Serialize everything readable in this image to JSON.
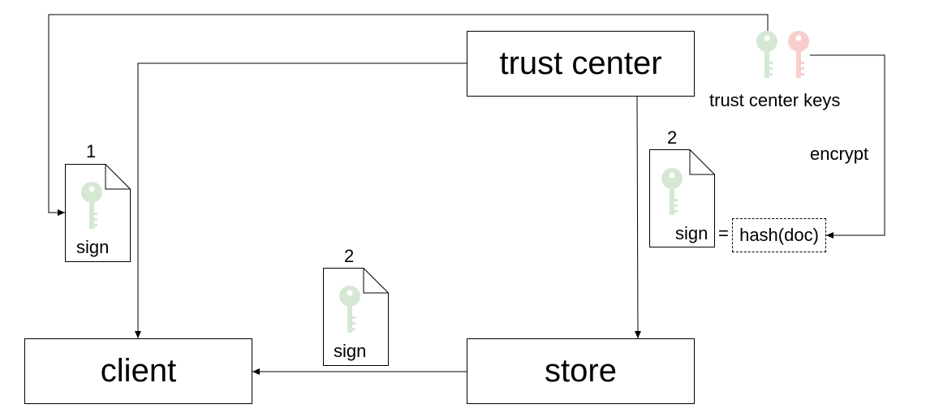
{
  "nodes": {
    "trust_center": "trust center",
    "client": "client",
    "store": "store"
  },
  "keys": {
    "label": "trust center keys",
    "public_color": "#d5e8d4",
    "private_color": "#f8cecc"
  },
  "edges": {
    "encrypt_label": "encrypt"
  },
  "documents": {
    "doc1": {
      "number": "1",
      "text": "sign"
    },
    "doc2_store": {
      "number": "2",
      "text": "sign"
    },
    "doc2_trust": {
      "number": "2",
      "text": "sign"
    }
  },
  "formula": {
    "equals": "=",
    "hash": "hash(doc)"
  }
}
